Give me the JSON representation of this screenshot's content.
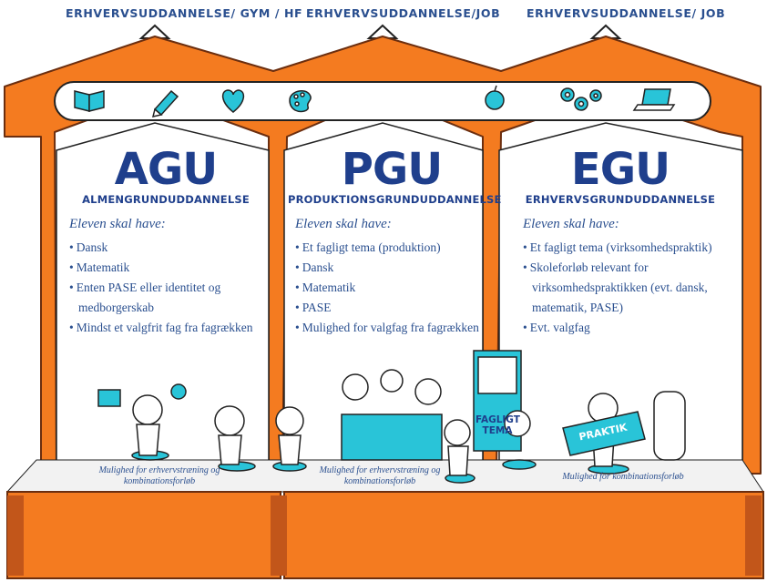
{
  "top_labels": [
    "ERHVERVSUDDANNELSE/ GYM / HF",
    "ERHVERVSUDDANNELSE/JOB",
    "ERHVERVSUDDANNELSE/ JOB"
  ],
  "columns": [
    {
      "abbr": "AGU",
      "full": "ALMENGRUNDUDDANNELSE",
      "intro": "Eleven skal have:",
      "items": [
        "Dansk",
        "Matematik",
        "Enten PASE eller identitet og medborgerskab",
        "Mindst et valgfrit fag fra fagrækken"
      ],
      "note": "Mulighed for erhvervstræning og kombinationsforløb"
    },
    {
      "abbr": "PGU",
      "full": "PRODUKTIONSGRUNDUDDANNELSE",
      "intro": "Eleven skal have:",
      "items": [
        "Et fagligt tema (produktion)",
        "Dansk",
        "Matematik",
        "PASE",
        "Mulighed for valgfag fra fagrækken"
      ],
      "note": "Mulighed for erhvervstræning og kombinationsforløb"
    },
    {
      "abbr": "EGU",
      "full": "ERHVERVSGRUNDUDDANNELSE",
      "intro": "Eleven skal have:",
      "items": [
        "Et fagligt tema (virksomhedspraktik)",
        "Skoleforløb relevant for virksomhedspraktikken (evt. dansk, matematik, PASE)",
        "Evt. valgfag"
      ],
      "note": "Mulighed for kombinationsforløb"
    }
  ],
  "signs": {
    "fagligt_tema": "FAGLIGT TEMA",
    "praktik": "PRAKTIK"
  },
  "icons": [
    "book-icon",
    "pencil-icon",
    "heart-icon",
    "palette-icon",
    "apple-icon",
    "gears-icon",
    "laptop-icon"
  ],
  "colors": {
    "orange": "#f47b20",
    "orange_dark": "#c2561a",
    "blue": "#2a4f8f",
    "cyan": "#29c4d8"
  }
}
